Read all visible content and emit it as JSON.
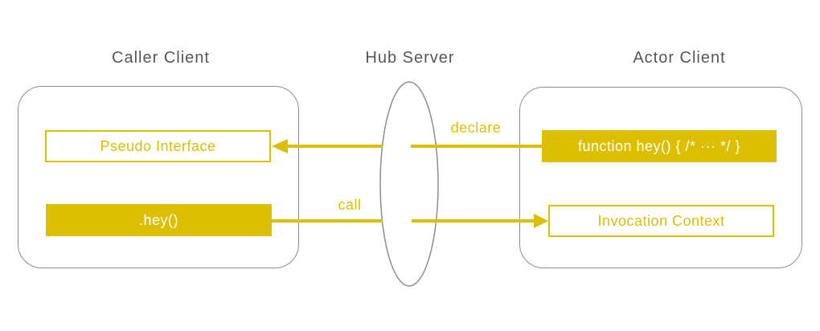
{
  "diagram": {
    "colors": {
      "accent": "#dcbf00",
      "outline": "#8e8e92",
      "title_text": "#54575b",
      "node_text_on_fill": "#ffffff",
      "background": "#ffffff"
    },
    "columns": {
      "caller_title": "Caller Client",
      "hub_title": "Hub Server",
      "actor_title": "Actor Client"
    },
    "nodes": {
      "pseudo_interface": "Pseudo Interface",
      "hey_call": ".hey()",
      "function_hey": "function hey() { /* ··· */ }",
      "invocation_context": "Invocation Context"
    },
    "edges": {
      "declare_label": "declare",
      "call_label": "call"
    }
  }
}
